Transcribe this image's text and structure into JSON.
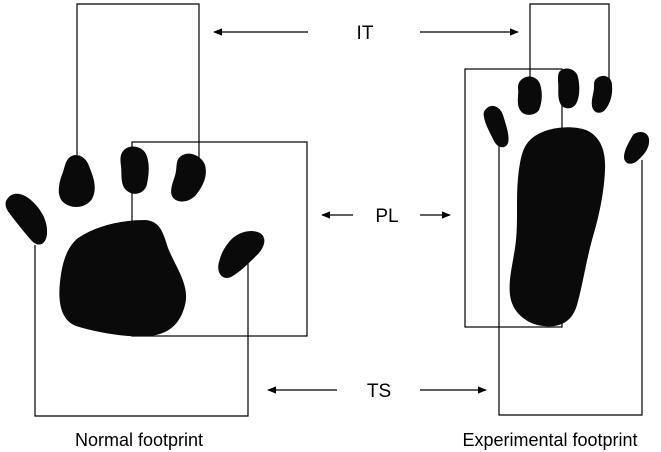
{
  "labels": {
    "it": "IT",
    "pl": "PL",
    "ts": "TS"
  },
  "captions": {
    "normal": "Normal footprint",
    "experimental": "Experimental footprint"
  },
  "colors": {
    "ink": "#0a0a0a",
    "line": "#000000",
    "background": "#ffffff"
  }
}
